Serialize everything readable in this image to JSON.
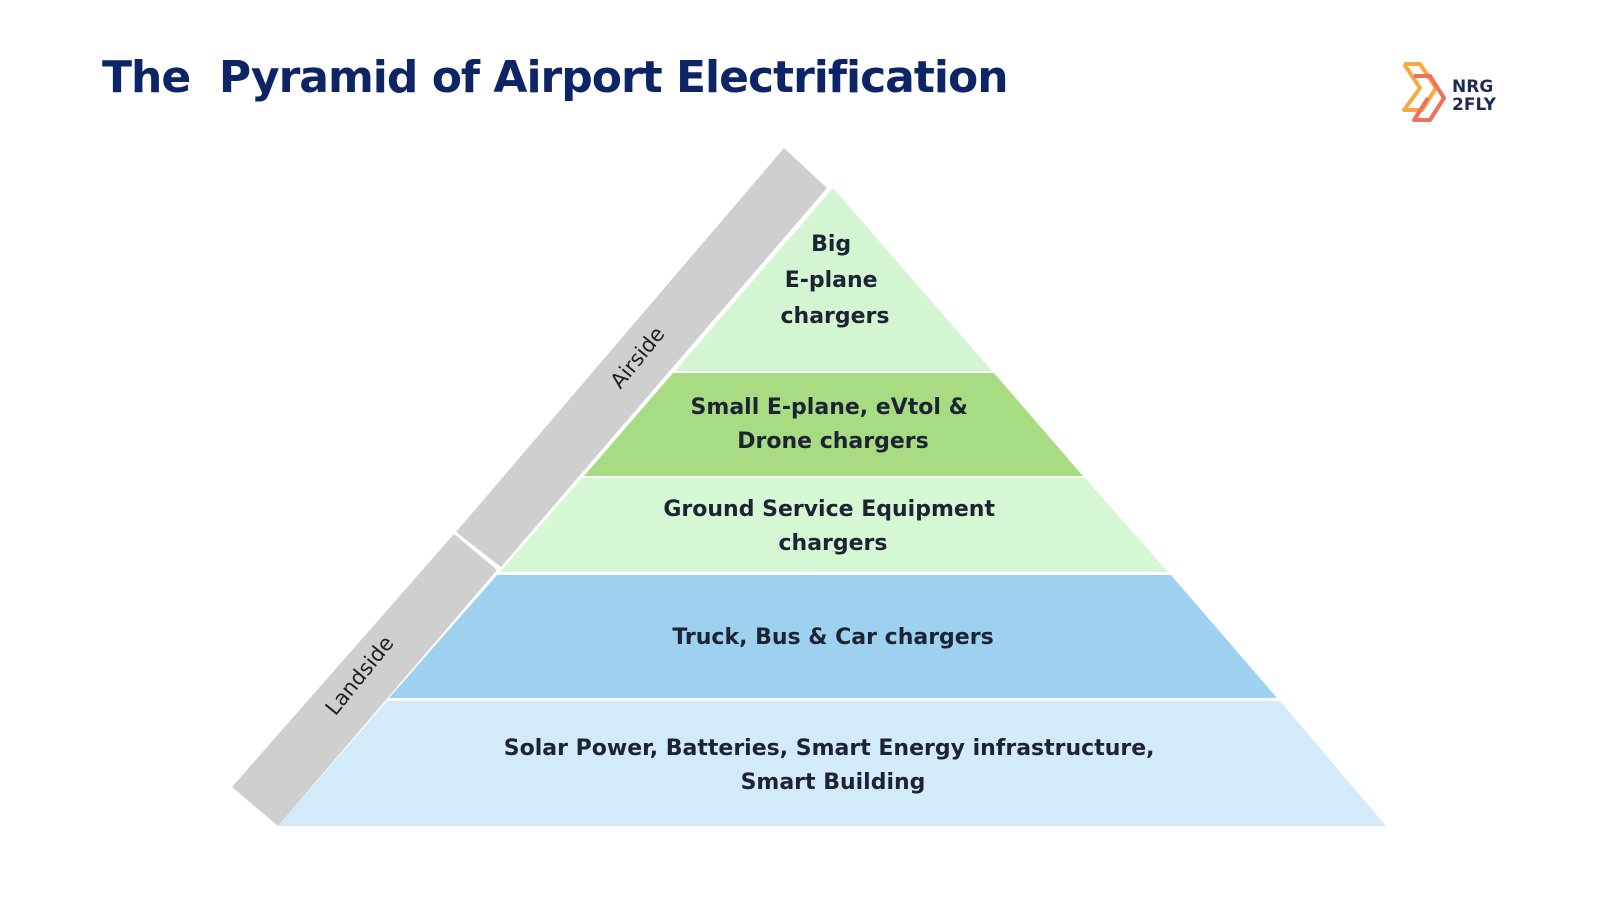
{
  "title": "The  Pyramid of Airport Electrification",
  "logo": {
    "line1": "NRG",
    "line2": "2FLY",
    "colors": [
      "#f7a940",
      "#f0705a"
    ]
  },
  "side_labels": {
    "airside": "Airside",
    "landside": "Landside",
    "band_color": "#cfcfcf"
  },
  "levels": [
    {
      "lines": [
        "Big",
        "E-plane",
        "chargers"
      ],
      "color": "#d4f5d2"
    },
    {
      "lines": [
        "Small E-plane, eVtol &",
        "Drone chargers"
      ],
      "color": "#a8dc82"
    },
    {
      "lines": [
        "Ground Service Equipment",
        "chargers"
      ],
      "color": "#d6f7d4"
    },
    {
      "lines": [
        "Truck, Bus & Car chargers"
      ],
      "color": "#9ed1f0"
    },
    {
      "lines": [
        "Solar Power, Batteries, Smart Energy infrastructure,",
        "Smart Building"
      ],
      "color": "#d3eafb"
    }
  ]
}
